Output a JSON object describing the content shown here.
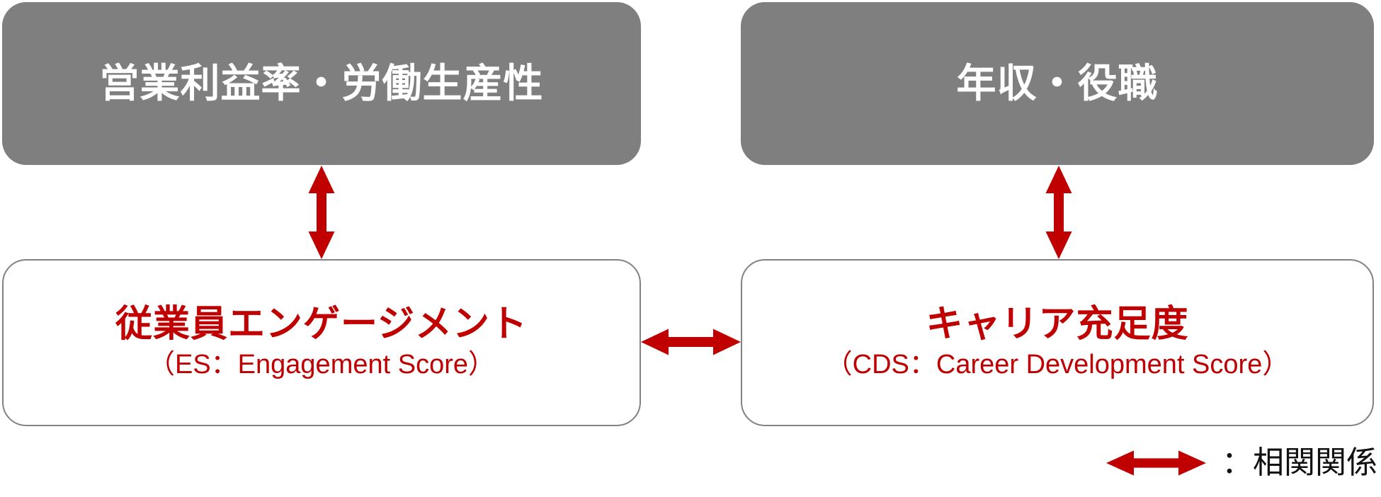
{
  "colors": {
    "box_gray": "#7f7f7f",
    "box_border_gray": "#828282",
    "arrow_red": "#c00000",
    "score_text_red": "#c00000",
    "box_text_white": "#ffffff",
    "legend_text_black": "#111111",
    "background": "#ffffff"
  },
  "boxes": {
    "business_outcome": {
      "label": "営業利益率・労働生産性"
    },
    "personal_outcome": {
      "label": "年収・役職"
    },
    "engagement": {
      "title": "従業員エンゲージメント",
      "subtitle": "（ES：Engagement Score）"
    },
    "career": {
      "title": "キャリア充足度",
      "subtitle": "（CDS：Career Development Score）"
    }
  },
  "arrows": {
    "left_vertical_icon": "double-headed-arrow-icon",
    "right_vertical_icon": "double-headed-arrow-icon",
    "center_horizontal_icon": "double-headed-arrow-icon"
  },
  "legend": {
    "icon": "double-headed-arrow-icon",
    "label": "：相関関係"
  }
}
